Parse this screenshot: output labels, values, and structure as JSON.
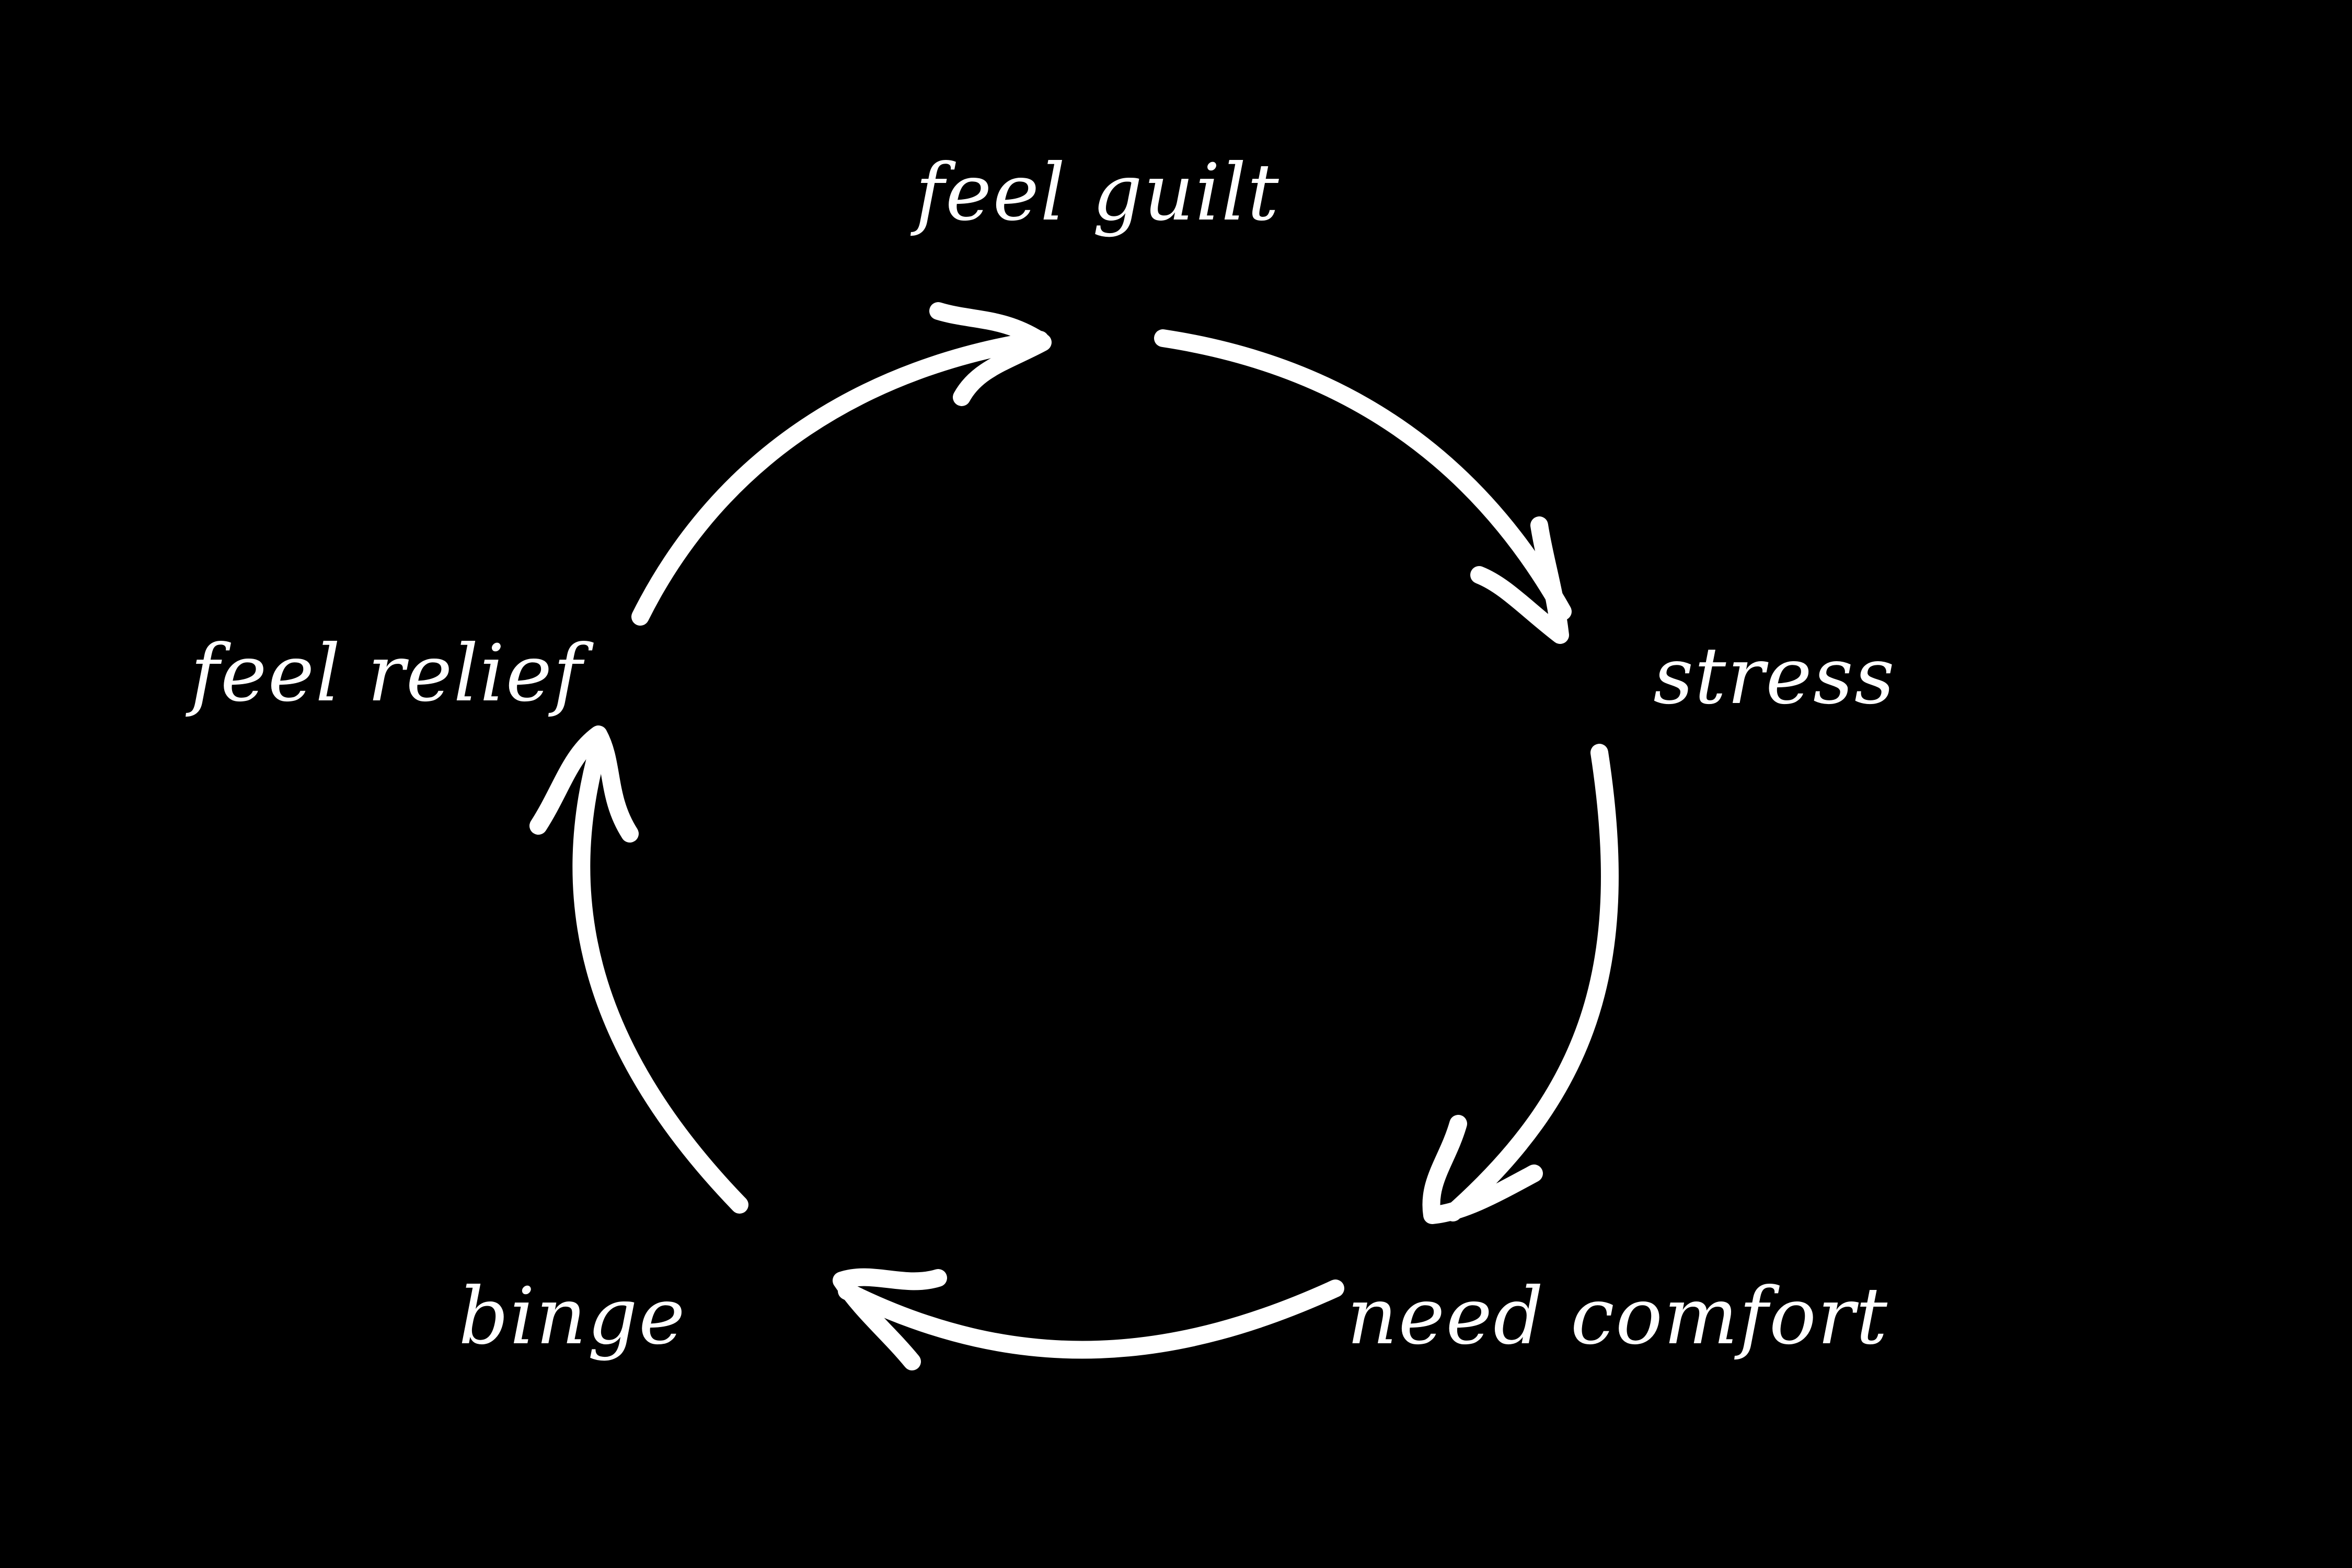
{
  "diagram": {
    "background": "#000000",
    "foreground": "#ffffff",
    "stages": [
      {
        "id": "feel-guilt",
        "label": "feel guilt"
      },
      {
        "id": "stress",
        "label": "stress"
      },
      {
        "id": "need-comfort",
        "label": "need comfort"
      },
      {
        "id": "binge",
        "label": "binge"
      },
      {
        "id": "feel-relief",
        "label": "feel relief"
      }
    ],
    "arrows": [
      {
        "from": "feel-guilt",
        "to": "stress"
      },
      {
        "from": "stress",
        "to": "need-comfort"
      },
      {
        "from": "need-comfort",
        "to": "binge"
      },
      {
        "from": "binge",
        "to": "feel-relief"
      },
      {
        "from": "feel-relief",
        "to": "feel-guilt"
      }
    ]
  }
}
